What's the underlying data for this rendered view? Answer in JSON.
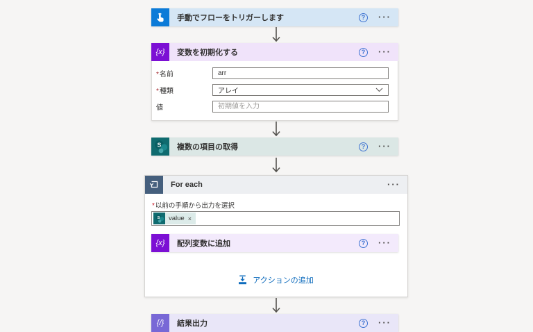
{
  "colors": {
    "canvas_bg": "#f6f5f4",
    "trigger_accent": "#0c7bd8",
    "trigger_header_bg": "#d5e6f5",
    "variable_accent": "#7c10d4",
    "variable_header_bg": "#f0e3fa",
    "sharepoint_accent": "#0f6b6f",
    "sharepoint_header_bg": "#dbe7e5",
    "foreach_accent": "#455f7d",
    "foreach_header_bg": "#edeff2",
    "append_header_bg": "#f3eafc",
    "compose_accent": "#7868d6",
    "compose_header_bg": "#e9e6f8",
    "link_blue": "#0f6cbd",
    "required_red": "#a4262c"
  },
  "icons": {
    "help": "?",
    "more": "···",
    "variable_glyph": "{x}",
    "compose_glyph": "{/}",
    "required_mark": "*",
    "chip_remove": "×"
  },
  "nodes": {
    "trigger": {
      "title": "手動でフローをトリガーします"
    },
    "init_variable": {
      "title": "変数を初期化する",
      "name_label": "名前",
      "name_value": "arr",
      "type_label": "種類",
      "type_value": "アレイ",
      "value_label": "値",
      "value_placeholder": "初期値を入力"
    },
    "get_items": {
      "title": "複数の項目の取得"
    },
    "for_each": {
      "title": "For each",
      "select_label": "以前の手順から出力を選択",
      "chip_label": "value",
      "add_action_label": "アクションの追加"
    },
    "append_array": {
      "title": "配列変数に追加"
    },
    "compose": {
      "title": "結果出力"
    }
  }
}
